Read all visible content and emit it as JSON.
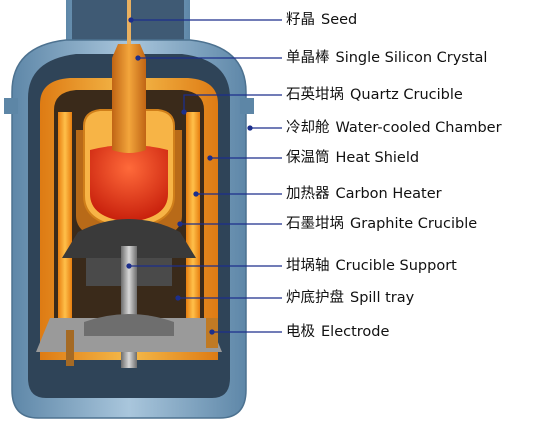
{
  "diagram": {
    "components": [
      {
        "id": "seed",
        "zh": "籽晶",
        "en": "Seed"
      },
      {
        "id": "single-silicon-crystal",
        "zh": "单晶棒",
        "en": "Single Silicon Crystal"
      },
      {
        "id": "quartz-crucible",
        "zh": "石英坩埚",
        "en": "Quartz Crucible"
      },
      {
        "id": "water-cooled-chamber",
        "zh": "冷却舱",
        "en": "Water-cooled Chamber"
      },
      {
        "id": "heat-shield",
        "zh": "保温筒",
        "en": "Heat Shield"
      },
      {
        "id": "carbon-heater",
        "zh": "加热器",
        "en": "Carbon Heater"
      },
      {
        "id": "graphite-crucible",
        "zh": "石墨坩埚",
        "en": "Graphite Crucible"
      },
      {
        "id": "crucible-support",
        "zh": "坩埚轴",
        "en": "Crucible Support"
      },
      {
        "id": "spill-tray",
        "zh": "炉底护盘",
        "en": "Spill tray"
      },
      {
        "id": "electrode",
        "zh": "电极",
        "en": "Electrode"
      }
    ],
    "colors": {
      "chamber_outer": "#7fa6c4",
      "chamber_inner": "#3b5670",
      "heater": "#f39a1c",
      "melt": "#e03018",
      "crystal": "#e88a20",
      "leader_line": "#1c2f8c",
      "graphite": "#2e2e2e"
    }
  }
}
